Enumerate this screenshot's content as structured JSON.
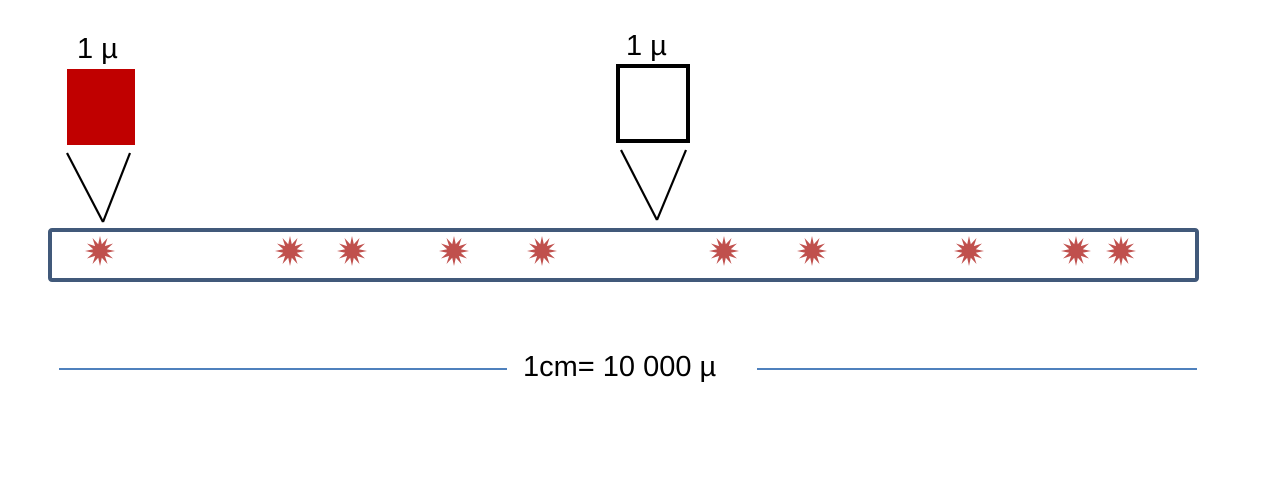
{
  "diagram": {
    "colors": {
      "filled_square": "#c00000",
      "empty_square_stroke": "#000000",
      "strip_stroke": "#41597a",
      "particle": "#c0504d",
      "scale_line": "#4f81bd",
      "text": "#000000"
    },
    "left_square": {
      "label": "1 µ",
      "style": "filled"
    },
    "right_square": {
      "label": "1 µ",
      "style": "outline"
    },
    "strip": {
      "particle_count": 10,
      "particle_shape": "star-burst-icon"
    },
    "scale_bar": {
      "label": "1cm= 10 000 µ"
    }
  }
}
